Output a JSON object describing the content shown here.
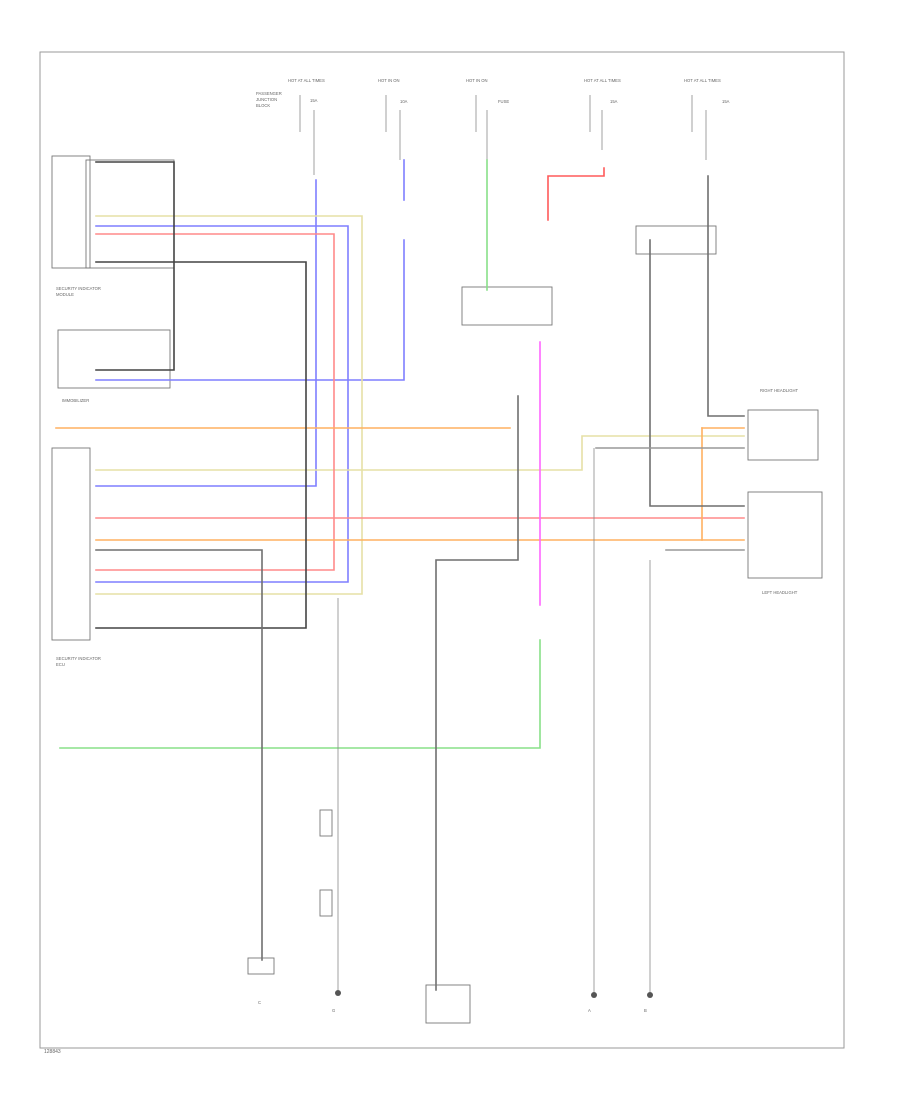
{
  "colors": {
    "blue": "#7f7fff",
    "yellow": "#e6e0a6",
    "red": "#ff8a8a",
    "orange": "#ffb060",
    "green": "#88e088",
    "magenta": "#ff66ff",
    "gray": "#6f6f6f",
    "dark": "#444444"
  },
  "footer": {
    "code": "128843"
  },
  "labels": {
    "fuse1": "HOT AT ALL TIMES",
    "fuse2": "HOT IN ON",
    "fuse3": "HOT IN ON",
    "fuse4": "HOT AT ALL TIMES",
    "fuse5": "HOT AT ALL TIMES",
    "right_headlight": "RIGHT HEADLIGHT",
    "left_headlight": "LEFT HEADLIGHT",
    "ecu_top": "SECURITY INDICATOR",
    "ecu_bottom": "SECURITY INDICATOR",
    "ground_g": "G",
    "ground_a": "A",
    "ground_b": "B",
    "ground_c": "C"
  }
}
